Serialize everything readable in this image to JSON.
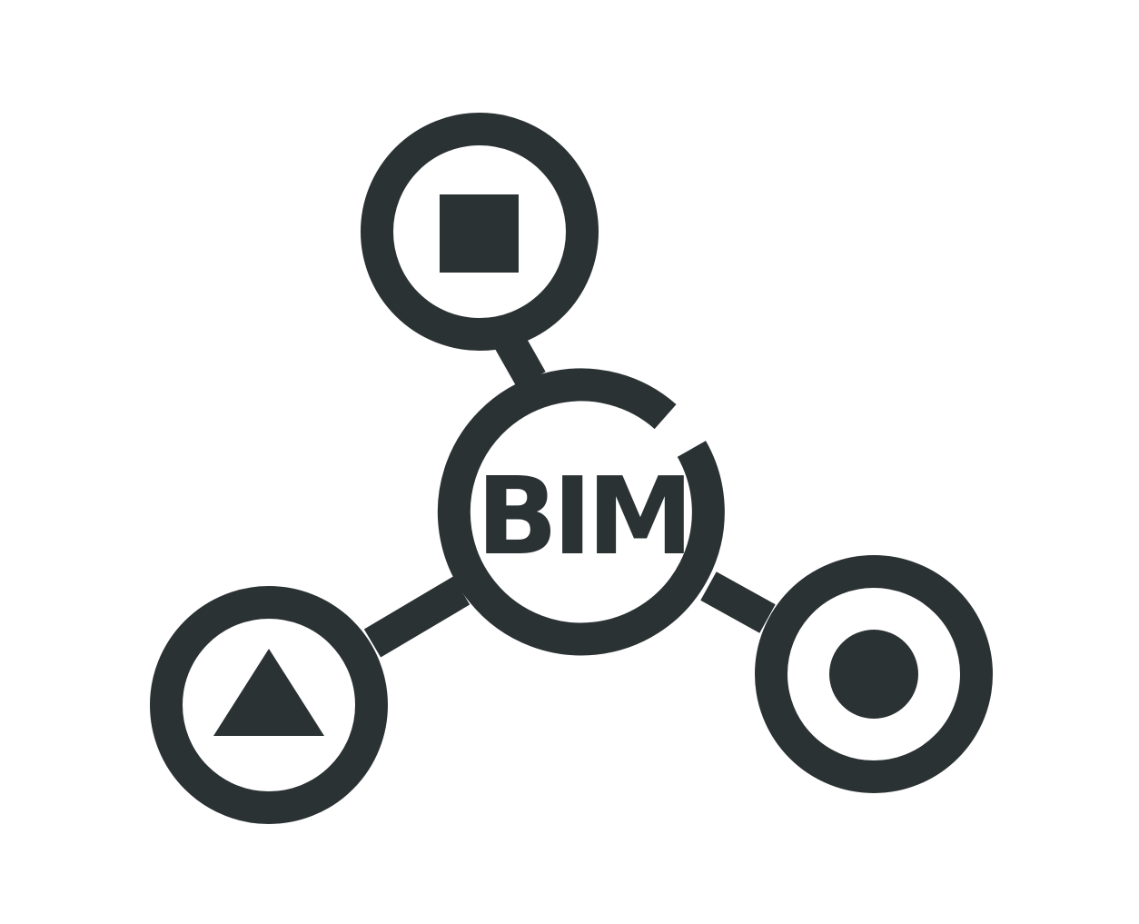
{
  "diagram": {
    "center_label": "BIM",
    "colors": {
      "ink": "#2b3234",
      "background": "#ffffff"
    },
    "nodes": [
      {
        "id": "center",
        "icon": "bim-hub"
      },
      {
        "id": "top",
        "icon": "square-icon"
      },
      {
        "id": "left",
        "icon": "triangle-icon"
      },
      {
        "id": "right",
        "icon": "dot-icon"
      }
    ]
  }
}
